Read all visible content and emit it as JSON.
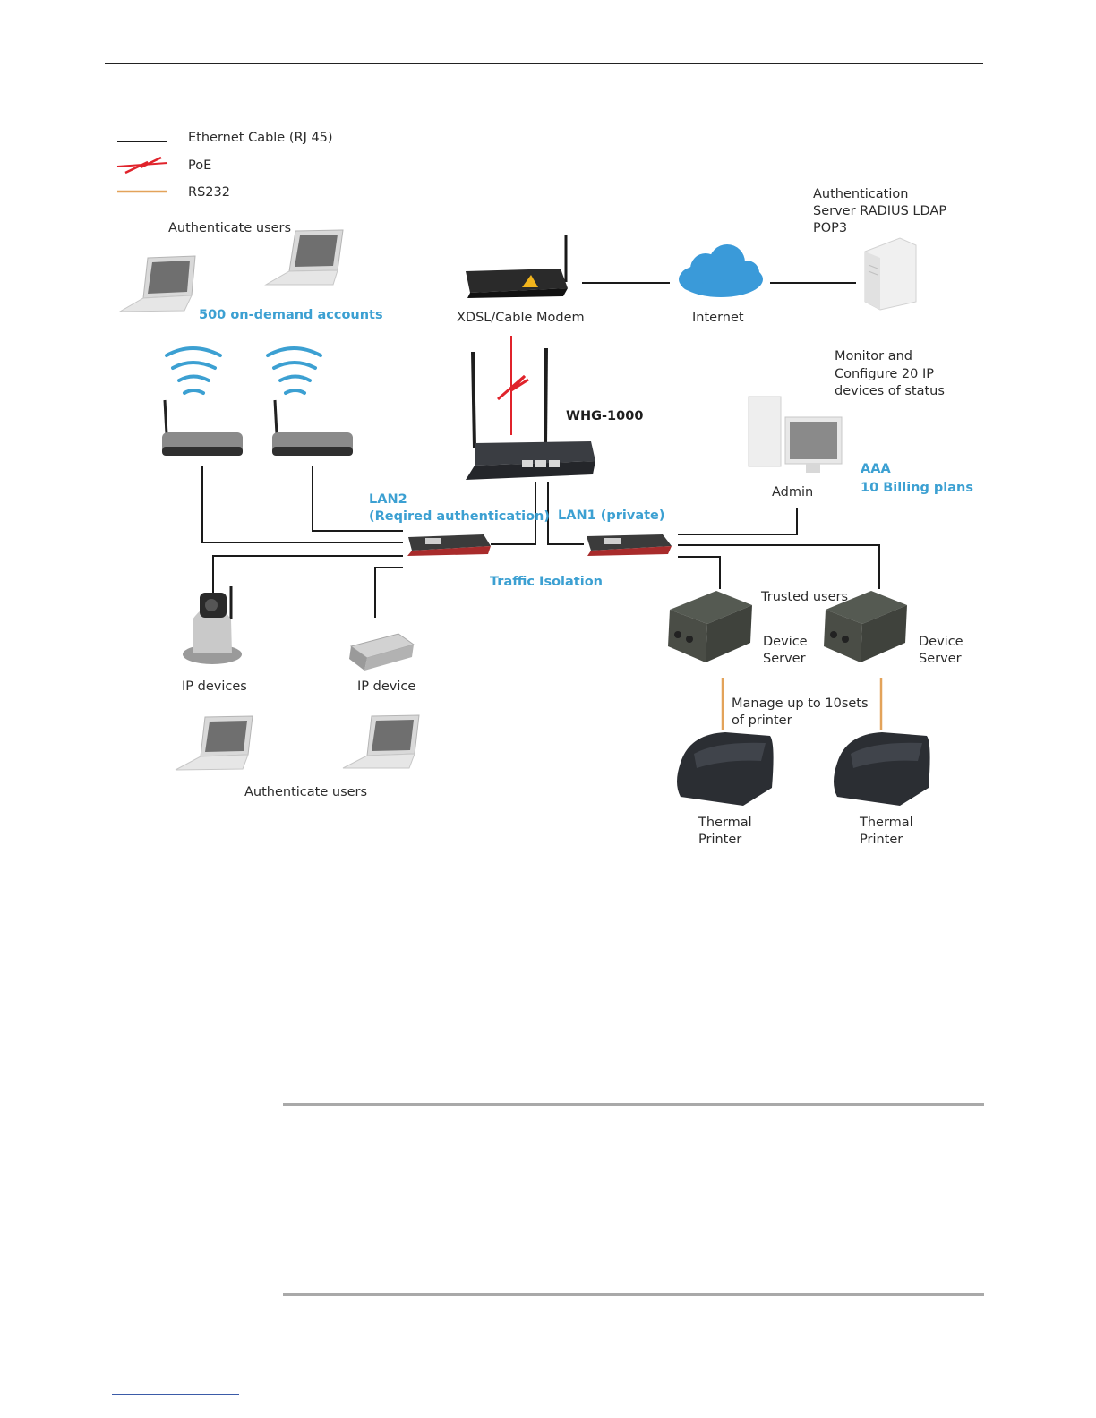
{
  "legend": {
    "ethernet": "Ethernet Cable (RJ 45)",
    "poe": "PoE",
    "rs232": "RS232"
  },
  "labels": {
    "authenticate_users_top": "Authenticate users",
    "on_demand_accounts": "500 on-demand accounts",
    "modem": "XDSL/Cable Modem",
    "internet": "Internet",
    "auth_server": [
      "Authentication",
      "Server RADIUS LDAP",
      "POP3"
    ],
    "monitor": [
      "Monitor and",
      "Configure 20 IP",
      "devices of status"
    ],
    "whg": "WHG-1000",
    "admin": "Admin",
    "aaa": "AAA",
    "billing": "10 Billing plans",
    "lan2": [
      "LAN2",
      "(Reqired authentication)"
    ],
    "lan1": "LAN1 (private)",
    "traffic_isolation": "Traffic Isolation",
    "trusted_users": "Trusted users",
    "device_server_1": [
      "Device",
      "Server"
    ],
    "device_server_2": [
      "Device",
      "Server"
    ],
    "ip_devices": "IP devices",
    "ip_device": "IP device",
    "manage_printers": [
      "Manage up to 10sets",
      "of printer"
    ],
    "authenticate_users_bottom": "Authenticate users",
    "thermal_printer_1": [
      "Thermal",
      "Printer"
    ],
    "thermal_printer_2": [
      "Thermal",
      "Printer"
    ]
  },
  "colors": {
    "accent_blue": "#3ca0d2",
    "poe_red": "#e0232b",
    "rs232_orange": "#e3a35a",
    "cloud_blue": "#3a9ad9"
  }
}
